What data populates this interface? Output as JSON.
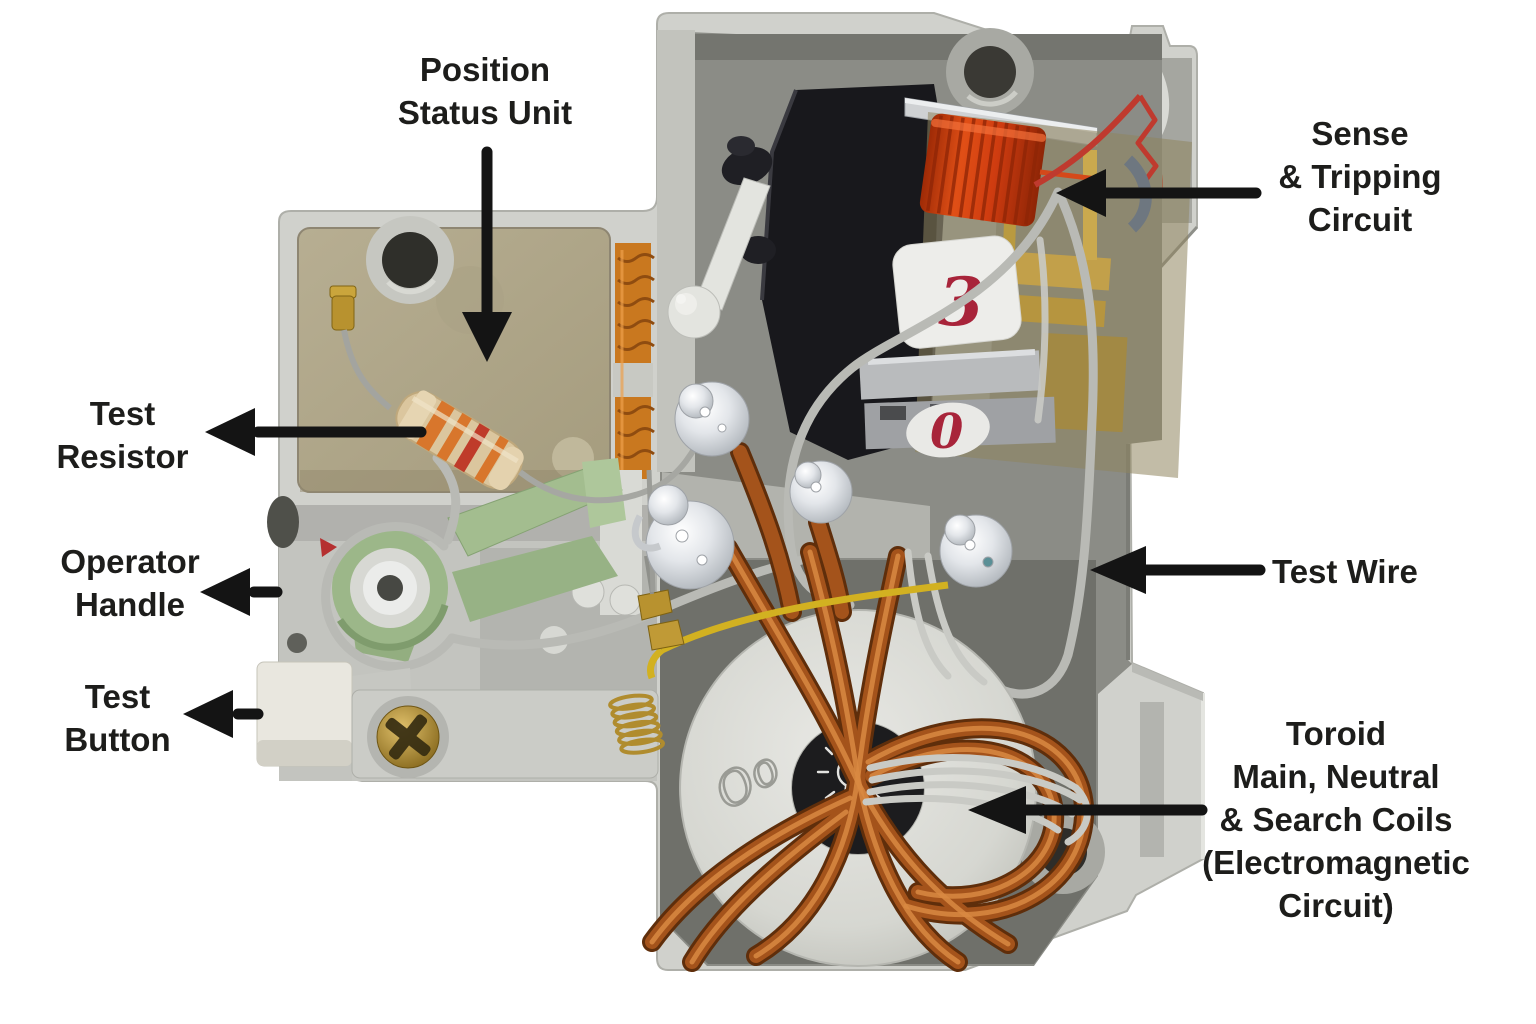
{
  "diagram": {
    "annotations": [
      {
        "id": "position-status-unit",
        "lines": [
          "Position",
          "Status Unit"
        ]
      },
      {
        "id": "sense-tripping-circuit",
        "lines": [
          "Sense",
          "& Tripping",
          "Circuit"
        ]
      },
      {
        "id": "test-resistor",
        "lines": [
          "Test",
          "Resistor"
        ]
      },
      {
        "id": "operator-handle",
        "lines": [
          "Operator",
          "Handle"
        ]
      },
      {
        "id": "test-button",
        "lines": [
          "Test",
          "Button"
        ]
      },
      {
        "id": "test-wire",
        "lines": [
          "Test Wire"
        ]
      },
      {
        "id": "toroid-coils",
        "lines": [
          "Toroid",
          "Main, Neutral",
          "& Search Coils",
          "(Electromagnetic",
          "Circuit)"
        ]
      }
    ],
    "markings": {
      "relay_top": "3",
      "relay_bottom": "0",
      "toroid_scribble": "Oo"
    },
    "icons": {
      "toroid_center": "lightbulb-icon"
    },
    "colors": {
      "background": "#ffffff",
      "label_text": "#1d1d1b",
      "arrow": "#141414",
      "case": "#d0d1cc",
      "recess": "#8b8c86",
      "dark_pocket": "#6f706a",
      "panel_khaki": "#b1a88c",
      "coil_red": "#cf3c10",
      "copper_wire": "#a4531b",
      "sage_green": "#9cb789",
      "brass": "#b8922f",
      "toroid_ring": "#d8d9d3",
      "wire_grey": "#c9cac5",
      "yellow_wire": "#d2b121",
      "marking_red": "#a8243a"
    }
  }
}
